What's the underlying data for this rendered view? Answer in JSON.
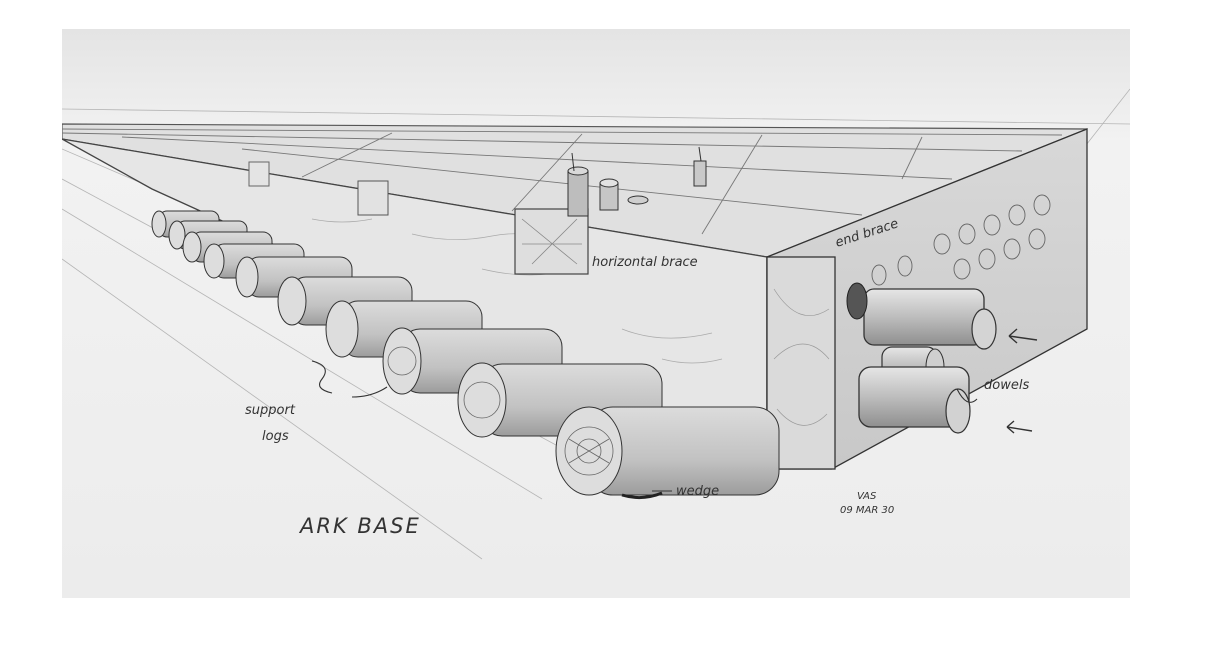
{
  "drawing": {
    "title": "ARK BASE",
    "labels": {
      "horizontal_brace": "horizontal brace",
      "end_brace": "end brace",
      "dowels": "dowels",
      "support_logs_line1": "support",
      "support_logs_line2": "logs",
      "wedge": "wedge",
      "signature_line1": "VAS",
      "signature_line2": "09 MAR 30"
    },
    "colors": {
      "paper": "#efefef",
      "graphite": "#333333",
      "shade": "#9a9a9a"
    }
  }
}
